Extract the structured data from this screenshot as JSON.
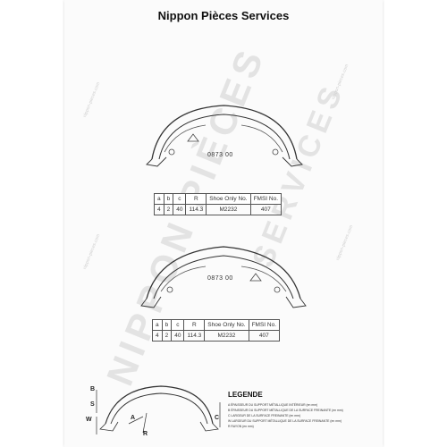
{
  "header": {
    "brand_title": "Nippon Pièces Services"
  },
  "watermark": {
    "big_1": "NIPPON PIÈCES",
    "big_2": "SERVICES",
    "small_text": "nippon-pieces.com"
  },
  "parts": [
    {
      "part_number": "0873  00",
      "table": {
        "headers": [
          "a",
          "b",
          "c",
          "R",
          "Shoe Only No.",
          "FMSI No."
        ],
        "values": [
          "4",
          "2",
          "40",
          "114.3",
          "M2232",
          "407"
        ]
      }
    },
    {
      "part_number": "0873  00",
      "table": {
        "headers": [
          "a",
          "b",
          "c",
          "R",
          "Shoe Only No.",
          "FMSI No."
        ],
        "values": [
          "4",
          "2",
          "40",
          "114.3",
          "M2232",
          "407"
        ]
      }
    }
  ],
  "legend": {
    "title": "LEGENDE",
    "items": [
      "A ÉPAISSEUR DU SUPPORT MÉTALLIQUE INTÉRIEUR (en mm)",
      "B ÉPAISSEUR DU SUPPORT MÉTALLIQUE DE LA SURFACE FREINANTE (en mm)",
      "C LARGEUR DE LA SURFACE FREINANTE (en mm)",
      "W LARGEUR DU SUPPORT MÉTALLIQUE DE LA SURFACE FREINANTE (en mm)",
      "R RAYON (en mm)"
    ],
    "dimension_labels": {
      "B": "B",
      "S": "S",
      "W": "W",
      "A": "A",
      "R": "R",
      "C": "C"
    }
  },
  "colors": {
    "ink": "#333333",
    "table_border": "#555555",
    "watermark": "#e3e3e3"
  }
}
